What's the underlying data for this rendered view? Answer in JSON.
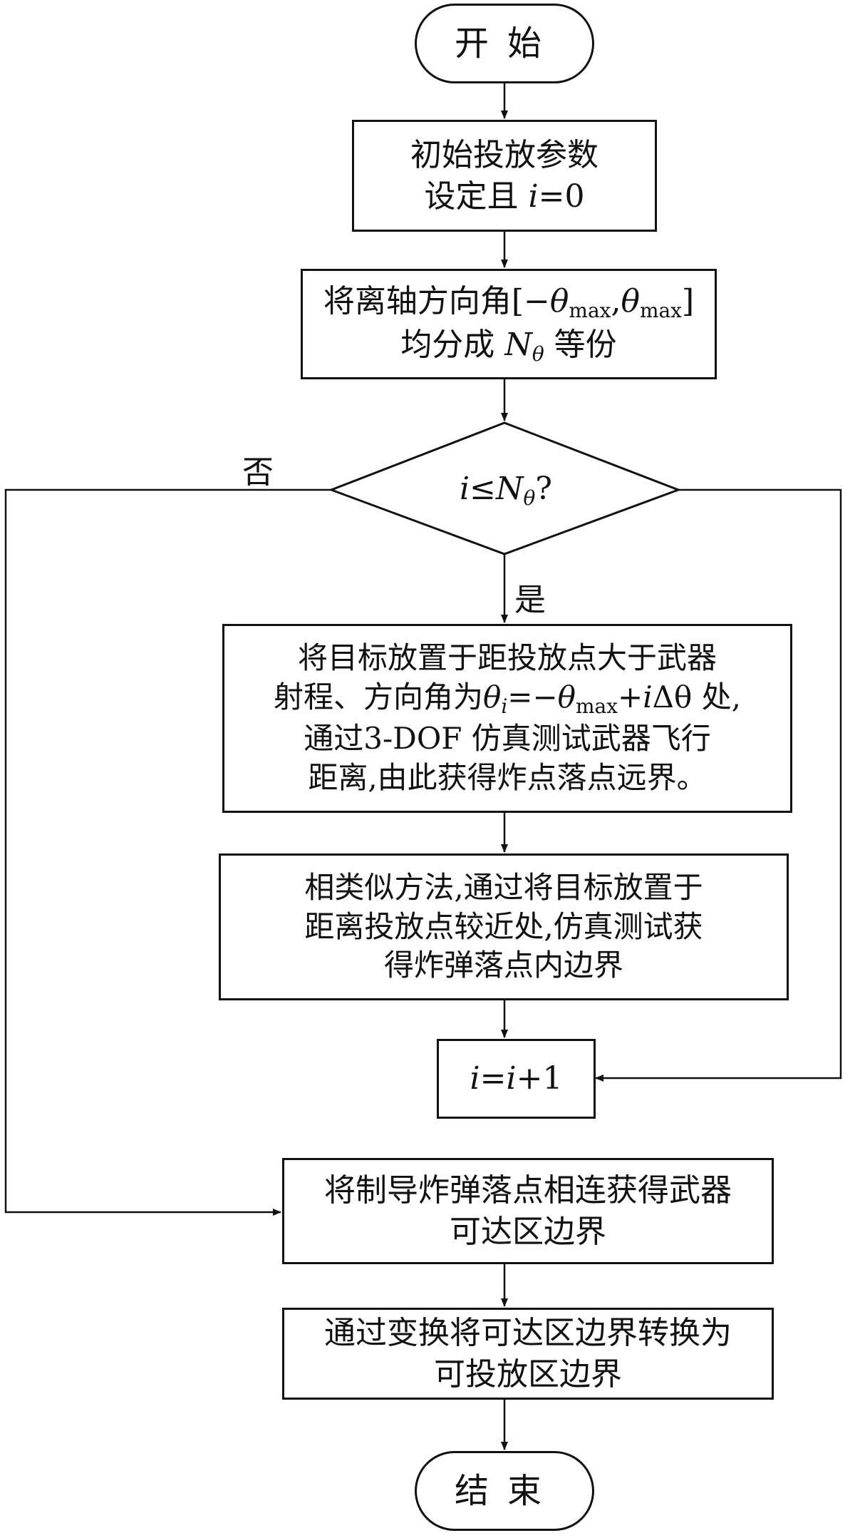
{
  "start": "开始",
  "end": "结束",
  "step1": {
    "line1": "初始投放参数",
    "line2_pre": "设定且 ",
    "line2_var": "i",
    "line2_post": "=0"
  },
  "step2": {
    "line1_pre": "将离轴方向角[−",
    "theta": "θ",
    "max": "max",
    "comma": ",",
    "close": "]",
    "line2_pre": "均分成 ",
    "N": "N",
    "line2_post": " 等份"
  },
  "decision": {
    "var": "i",
    "op": "≤",
    "N": "N",
    "theta": "θ",
    "q": "?"
  },
  "label_no": "否",
  "label_yes": "是",
  "step3": {
    "line1": "将目标放置于距投放点大于武器",
    "line2_pre": "射程、方向角为",
    "theta": "θ",
    "i": "i",
    "eq": "=−",
    "max": "max",
    "plus": "+",
    "delta": "Δθ",
    "line2_post": " 处,",
    "line3": "通过3-DOF 仿真测试武器飞行",
    "line4": "距离,由此获得炸点落点远界。"
  },
  "step4": {
    "line1": "相类似方法,通过将目标放置于",
    "line2": "距离投放点较近处,仿真测试获",
    "line3": "得炸弹落点内边界"
  },
  "step5": {
    "var1": "i",
    "eq": "=",
    "var2": "i",
    "post": "+1"
  },
  "step6": {
    "line1": "将制导炸弹落点相连获得武器",
    "line2": "可达区边界"
  },
  "step7": {
    "line1": "通过变换将可达区边界转换为",
    "line2": "可投放区边界"
  }
}
